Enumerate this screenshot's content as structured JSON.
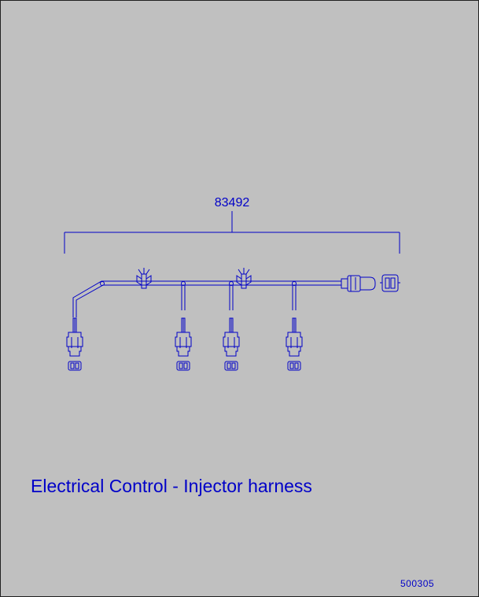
{
  "diagram": {
    "part_number": "83492",
    "caption": "Electrical Control - Injector harness",
    "reference_code": "500305",
    "line_color": "#0000c8",
    "background_color": "#c0c0c0"
  }
}
